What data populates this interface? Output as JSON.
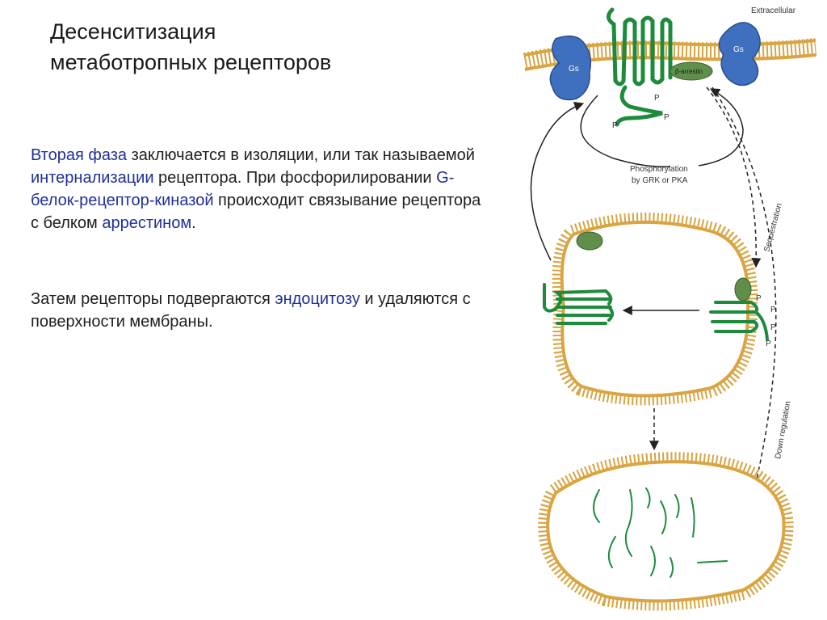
{
  "title": {
    "line1": "Десенситизация",
    "line2": "метаботропных рецепторов"
  },
  "paragraph1": {
    "s1": "Вторая фаза",
    "s2": " заключается в изоляции, или так называемой ",
    "s3": "интернализации",
    "s4": " рецептора. При фосфорилировании ",
    "s5": "G-белок-рецептор-киназой",
    "s6": " происходит связывание рецептора с белком ",
    "s7": "аррестином",
    "s8": "."
  },
  "paragraph2": {
    "s1": "Затем рецепторы подвергаются ",
    "s2": "эндоцитозу",
    "s3": " и удаляются с поверхности мембраны."
  },
  "colors": {
    "highlight": "#1f2f9c",
    "membrane": "#d9a441",
    "receptor": "#1e8a3c",
    "g_protein": "#3f6fbf",
    "arrestin": "#5f8f4a"
  },
  "diagram": {
    "extracellular": "Extracellular",
    "gs_left": "Gs",
    "gs_right": "Gs",
    "arrestin": "β-arrestin",
    "phos_line1": "Phosphorylation",
    "phos_line2": "by GRK or PKA",
    "sequestration": "Sequestration",
    "down_regulation": "Down regulation",
    "p": "P"
  }
}
